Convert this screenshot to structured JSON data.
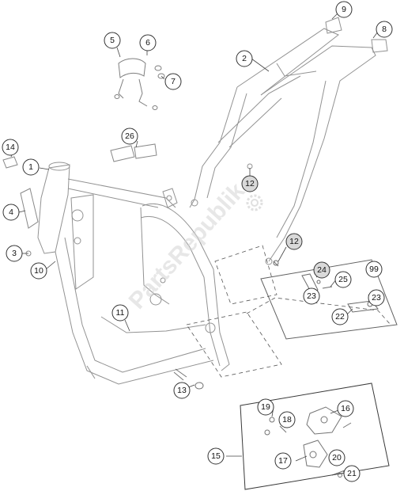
{
  "watermark_text": "PartsRepublik",
  "callouts": [
    {
      "id": "c1",
      "label": "1"
    },
    {
      "id": "c2",
      "label": "2"
    },
    {
      "id": "c3",
      "label": "3"
    },
    {
      "id": "c4",
      "label": "4"
    },
    {
      "id": "c5",
      "label": "5"
    },
    {
      "id": "c6",
      "label": "6"
    },
    {
      "id": "c7",
      "label": "7"
    },
    {
      "id": "c8",
      "label": "8"
    },
    {
      "id": "c9",
      "label": "9"
    },
    {
      "id": "c10",
      "label": "10"
    },
    {
      "id": "c11",
      "label": "11"
    },
    {
      "id": "c12a",
      "label": "12"
    },
    {
      "id": "c12b",
      "label": "12"
    },
    {
      "id": "c13",
      "label": "13"
    },
    {
      "id": "c14",
      "label": "14"
    },
    {
      "id": "c15",
      "label": "15"
    },
    {
      "id": "c16",
      "label": "16"
    },
    {
      "id": "c17",
      "label": "17"
    },
    {
      "id": "c18",
      "label": "18"
    },
    {
      "id": "c19",
      "label": "19"
    },
    {
      "id": "c20",
      "label": "20"
    },
    {
      "id": "c21",
      "label": "21"
    },
    {
      "id": "c22",
      "label": "22"
    },
    {
      "id": "c23a",
      "label": "23"
    },
    {
      "id": "c23b",
      "label": "23"
    },
    {
      "id": "c24",
      "label": "24"
    },
    {
      "id": "c25",
      "label": "25"
    },
    {
      "id": "c26",
      "label": "26"
    },
    {
      "id": "c99",
      "label": "99"
    }
  ]
}
